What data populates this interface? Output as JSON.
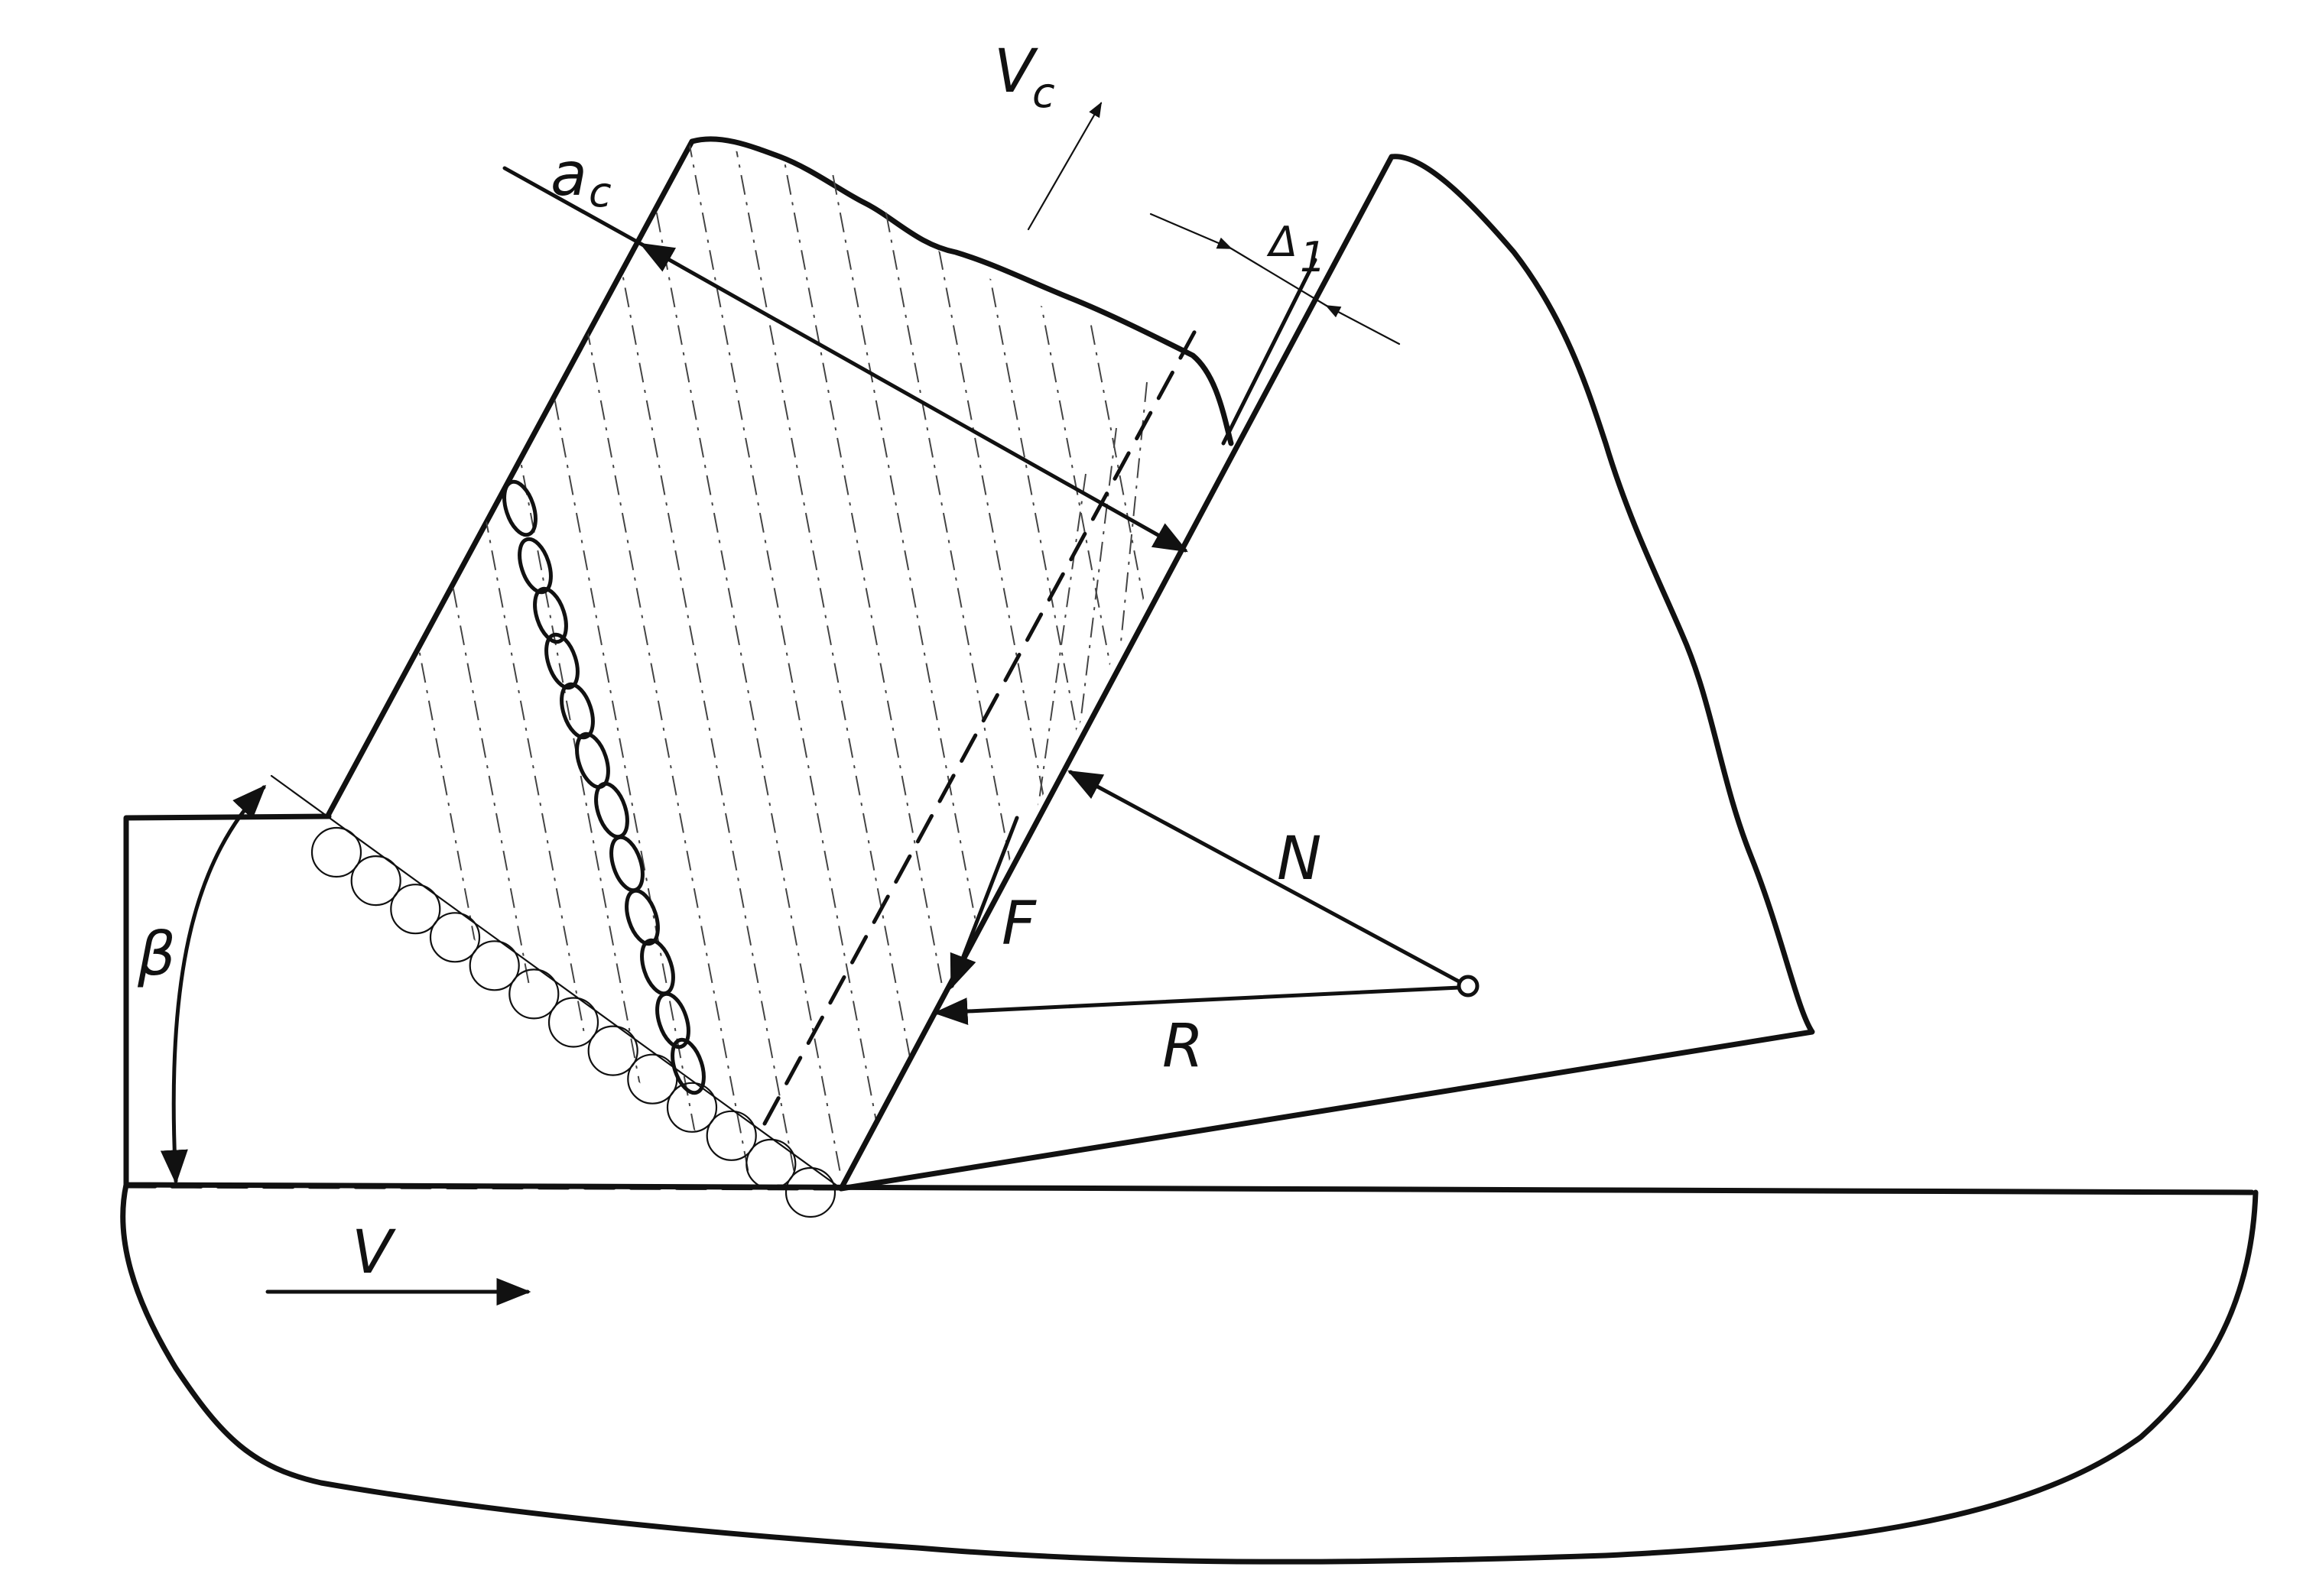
{
  "labels": {
    "chip_thickness": "a",
    "chip_thickness_sub": "c",
    "chip_velocity": "V",
    "chip_velocity_sub": "c",
    "contact_zone": "Δ",
    "contact_zone_sub": "1",
    "normal_force": "N",
    "friction_force": "F",
    "resultant_force": "R",
    "shear_angle": "β",
    "cutting_velocity": "V"
  },
  "colors": {
    "ink": "#111111",
    "hatch": "#444444",
    "background": "#ffffff"
  }
}
